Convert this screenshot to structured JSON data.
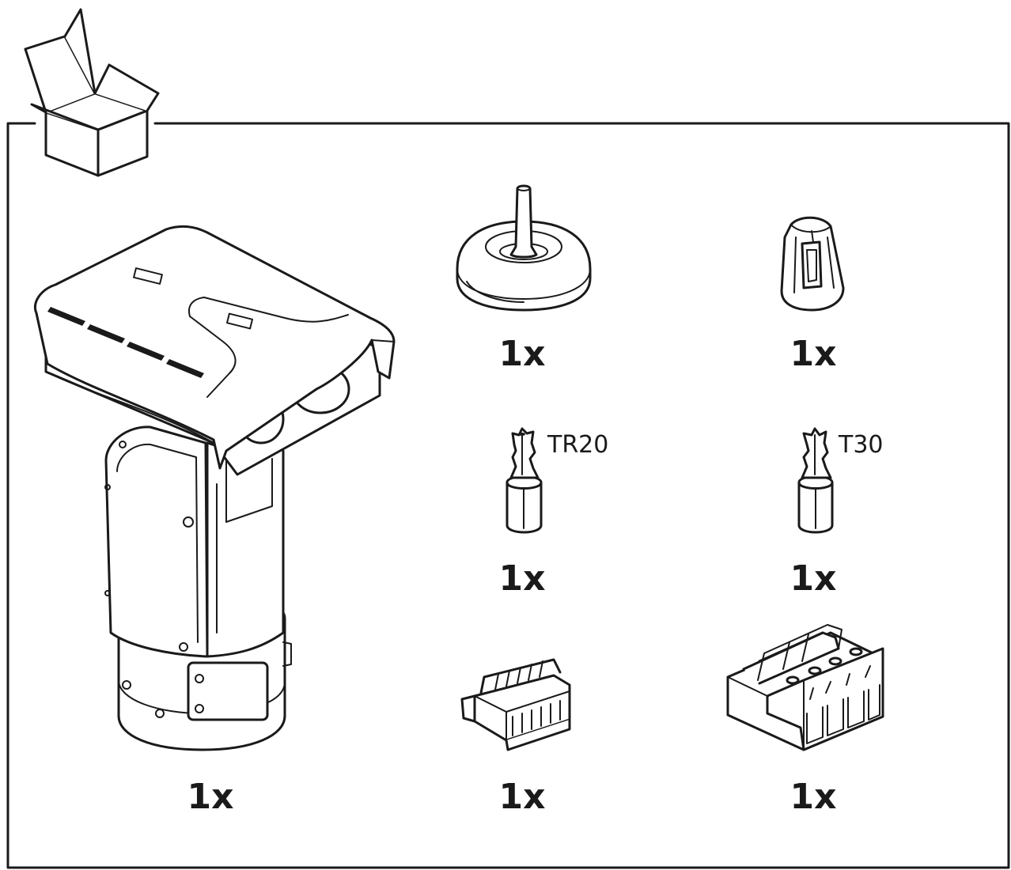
{
  "items": [
    {
      "id": "camera",
      "quantity": "1x",
      "label": "",
      "icon": "ptz-camera-icon"
    },
    {
      "id": "cable-gasket",
      "quantity": "1x",
      "label": "",
      "icon": "cable-gasket-icon"
    },
    {
      "id": "cable-clip",
      "quantity": "1x",
      "label": "",
      "icon": "cable-clip-icon"
    },
    {
      "id": "bit-tr20",
      "quantity": "1x",
      "label": "TR20",
      "icon": "screwdriver-bit-icon"
    },
    {
      "id": "bit-t30",
      "quantity": "1x",
      "label": "T30",
      "icon": "screwdriver-bit-icon"
    },
    {
      "id": "io-connector",
      "quantity": "1x",
      "label": "",
      "icon": "terminal-block-small-icon"
    },
    {
      "id": "power-connector",
      "quantity": "1x",
      "label": "",
      "icon": "terminal-block-large-icon"
    }
  ],
  "colors": {
    "line": "#1a1a1a",
    "background": "#ffffff"
  },
  "header_icon": "open-box-icon"
}
